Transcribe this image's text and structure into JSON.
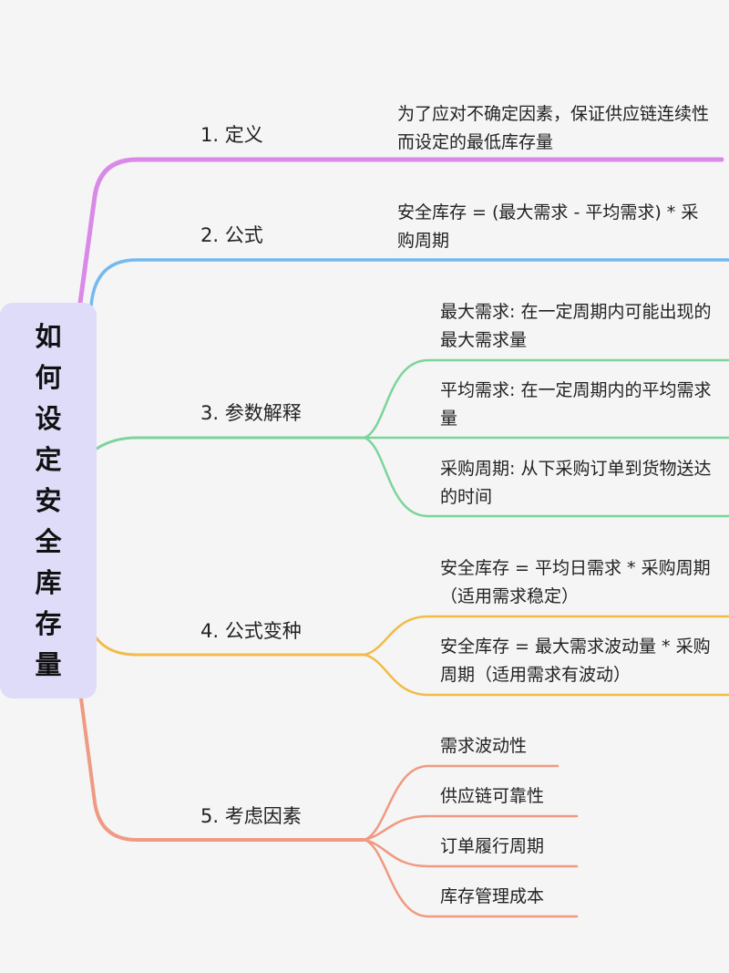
{
  "root": {
    "title": [
      "如",
      "何",
      "设",
      "定",
      "安",
      "全",
      "库",
      "存",
      "量"
    ]
  },
  "branches": [
    {
      "label": "1.  定义",
      "color": "#d98ae8",
      "children": [
        "为了应对不确定因素，保证供应链连续性而设定的最低库存量"
      ]
    },
    {
      "label": "2.  公式",
      "color": "#74b9ef",
      "children": [
        "安全库存 = (最大需求 - 平均需求) * 采购周期"
      ]
    },
    {
      "label": "3.  参数解释",
      "color": "#7dd49a",
      "children": [
        "最大需求: 在一定周期内可能出现的最大需求量",
        "平均需求: 在一定周期内的平均需求量",
        "采购周期: 从下采购订单到货物送达的时间"
      ]
    },
    {
      "label": "4.  公式变种",
      "color": "#f2bb4a",
      "children": [
        "安全库存 = 平均日需求 * 采购周期（适用需求稳定）",
        "安全库存 = 最大需求波动量 * 采购周期（适用需求有波动）"
      ]
    },
    {
      "label": "5.  考虑因素",
      "color": "#ef9a82",
      "children": [
        "需求波动性",
        "供应链可靠性",
        "订单履行周期",
        "库存管理成本"
      ]
    }
  ]
}
